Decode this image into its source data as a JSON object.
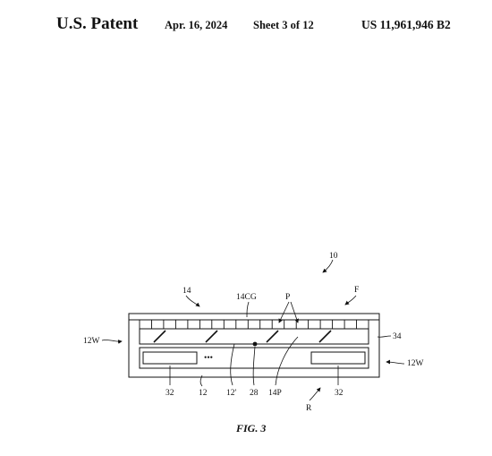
{
  "header": {
    "title": "U.S. Patent",
    "date": "Apr. 16, 2024",
    "sheet": "Sheet 3 of 12",
    "patent_number": "US 11,961,946 B2"
  },
  "figure": {
    "caption": "FIG. 3",
    "labels": {
      "ref_10": "10",
      "ref_14": "14",
      "ref_14cg": "14CG",
      "ref_p": "P",
      "ref_f": "F",
      "ref_12w_left": "12W",
      "ref_34": "34",
      "ref_12w_right": "12W",
      "ref_32_left": "32",
      "ref_12": "12",
      "ref_12prime": "12'",
      "ref_28": "28",
      "ref_14p": "14P",
      "ref_32_right": "32",
      "ref_r": "R",
      "ellipsis": "•••"
    },
    "line_color": "#111111"
  }
}
